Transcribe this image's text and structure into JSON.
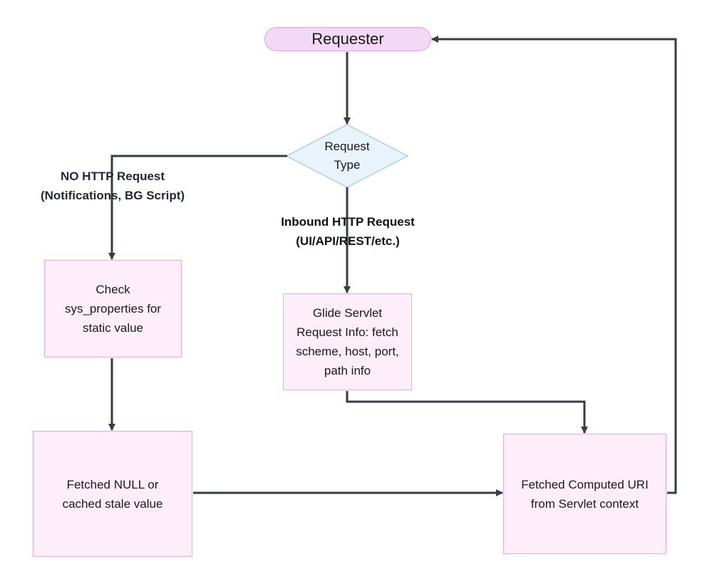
{
  "diagram": {
    "nodes": {
      "requester": "Requester",
      "request_type": "Request\nType",
      "check_sys_properties": "Check\nsys_properties for\nstatic value",
      "glide_servlet": "Glide Servlet\nRequest Info: fetch\nscheme, host, port,\npath info",
      "fetched_null": "Fetched NULL or\ncached stale value",
      "fetched_computed_uri": "Fetched Computed URI\nfrom Servlet context"
    },
    "edge_labels": {
      "no_http": "NO HTTP Request\n(Notifications, BG Script)",
      "inbound_http": "Inbound HTTP Request\n(UI/API/REST/etc.)"
    },
    "colors": {
      "edge": "#343c46",
      "terminal_fill": "#f3d9f5",
      "terminal_stroke": "#dd9fde",
      "decision_fill": "#e8f3fc",
      "decision_stroke": "#8fc1e6",
      "process_fill": "#fdeefa",
      "process_stroke": "#f3a7dd"
    }
  }
}
